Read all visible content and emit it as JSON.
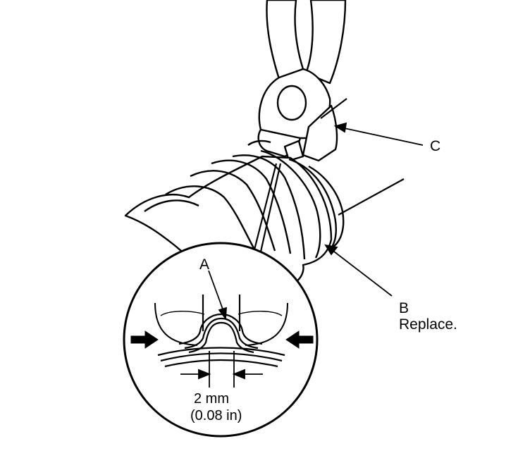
{
  "callouts": {
    "a": "A",
    "b": "B",
    "b_note": "Replace.",
    "c": "C"
  },
  "measurement": {
    "metric": "2 mm",
    "imperial": "(0.08 in)"
  }
}
